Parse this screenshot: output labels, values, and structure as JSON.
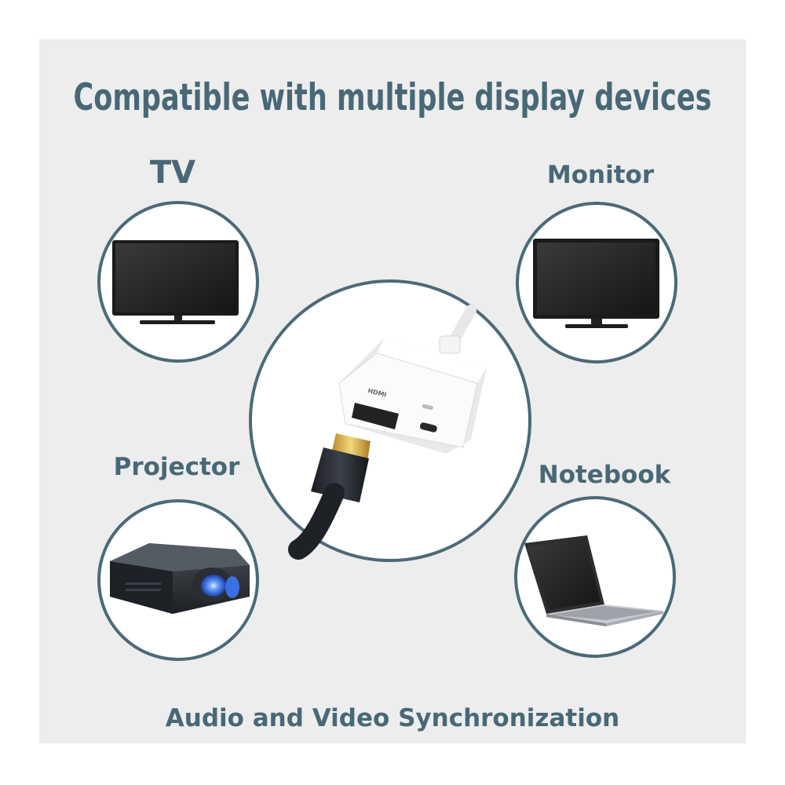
{
  "headline": "Compatible with multiple display devices",
  "devices": {
    "tv": "TV",
    "monitor": "Monitor",
    "projector": "Projector",
    "notebook": "Notebook"
  },
  "adapter": {
    "port_label": "HDMI"
  },
  "footer": "Audio and Video Synchronization",
  "colors": {
    "text": "#496876",
    "ring": "#4b6a78",
    "panel": "#ededed"
  }
}
